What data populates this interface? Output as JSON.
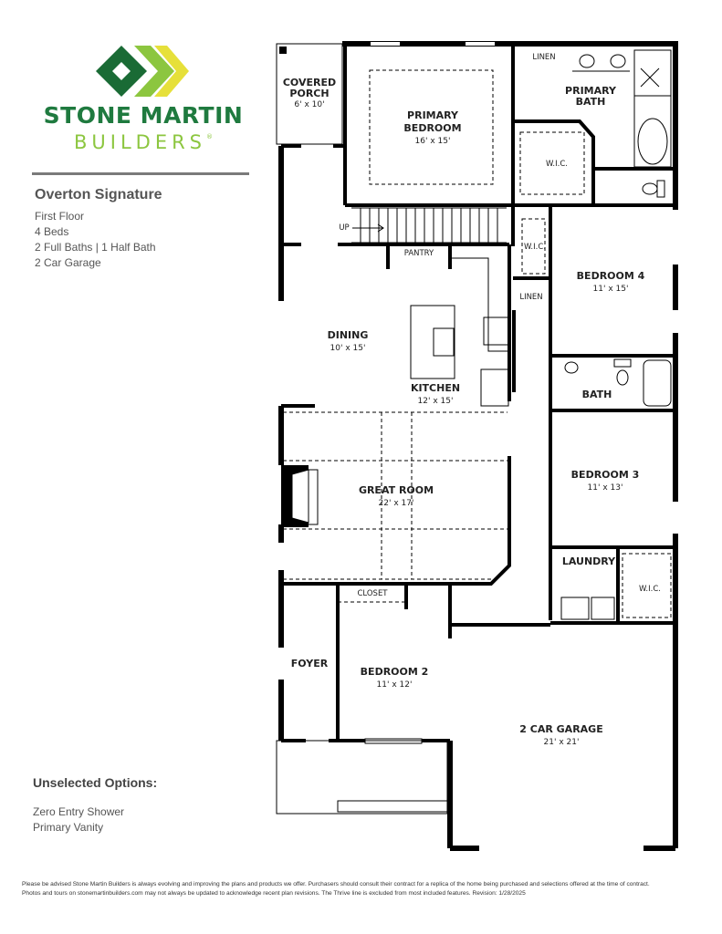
{
  "brand": {
    "name_line1": "STONE MARTIN",
    "name_line2": "BUILDERS",
    "registered_mark": "®",
    "colors": {
      "dark_green": "#1a6b35",
      "light_green": "#8cc63f",
      "yellow": "#e6e03a",
      "text_green": "#1f7a3f"
    }
  },
  "plan": {
    "title": "Overton Signature",
    "details": [
      "First Floor",
      "4 Beds",
      "2 Full Baths | 1 Half Bath",
      "2 Car Garage"
    ]
  },
  "options": {
    "title": "Unselected Options:",
    "items": [
      "Zero Entry Shower",
      "Primary Vanity"
    ]
  },
  "rooms": {
    "covered_porch": {
      "line1": "COVERED",
      "line2": "PORCH",
      "dims": "6' x 10'"
    },
    "primary_bedroom": {
      "line1": "PRIMARY",
      "line2": "BEDROOM",
      "dims": "16' x 15'"
    },
    "primary_bath": {
      "line1": "PRIMARY",
      "line2": "BATH"
    },
    "linen_primary": "LINEN",
    "wic_primary": "W.I.C.",
    "stairs_label": "UP",
    "pantry": "PANTRY",
    "wic_bed4": "W.I.C.",
    "bedroom4": {
      "name": "BEDROOM 4",
      "dims": "11' x 15'"
    },
    "linen_hall": "LINEN",
    "dining": {
      "name": "DINING",
      "dims": "10' x 15'"
    },
    "kitchen": {
      "name": "KITCHEN",
      "dims": "12' x 15'"
    },
    "bath": "BATH",
    "great_room": {
      "name": "GREAT ROOM",
      "dims": "22' x 17'"
    },
    "bedroom3": {
      "name": "BEDROOM 3",
      "dims": "11' x 13'"
    },
    "laundry": "LAUNDRY",
    "wic_bed3": "W.I.C.",
    "closet": "CLOSET",
    "foyer": "FOYER",
    "bedroom2": {
      "name": "BEDROOM 2",
      "dims": "11' x 12'"
    },
    "garage": {
      "name": "2 CAR GARAGE",
      "dims": "21' x 21'"
    }
  },
  "disclaimer": "Please be advised Stone Martin Builders is always evolving and improving the plans and products we offer. Purchasers should consult their contract for a replica of the home being purchased and selections offered at the time of contract. Photos and tours on stonemartinbuilders.com may not always be updated to acknowledge recent plan revisions. The Thrive line is excluded from most included features. Revision: 1/28/2025"
}
